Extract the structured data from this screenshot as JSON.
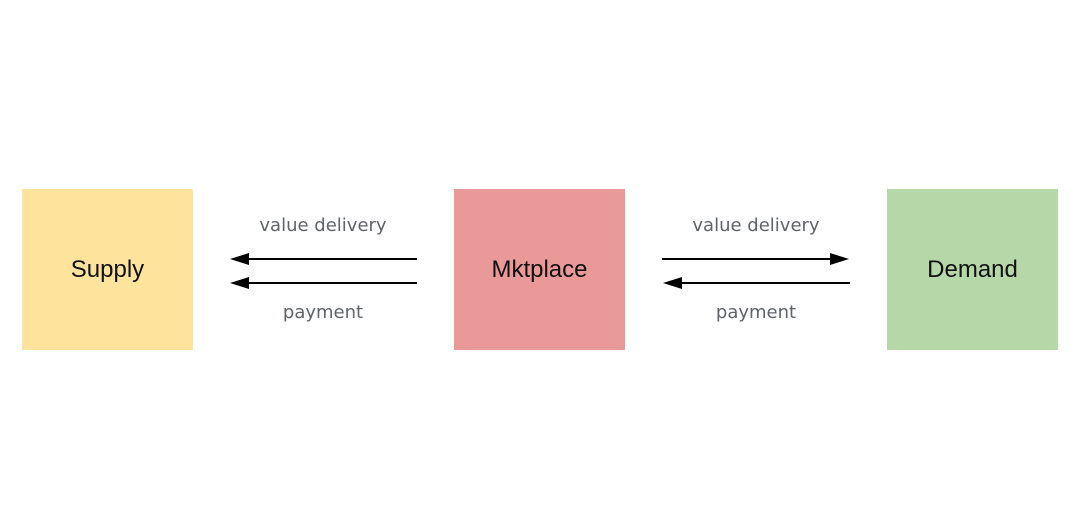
{
  "nodes": {
    "supply": {
      "label": "Supply",
      "color": "#fee39c"
    },
    "mktplace": {
      "label": "Mktplace",
      "color": "#ea9999"
    },
    "demand": {
      "label": "Demand",
      "color": "#b6d7a8"
    }
  },
  "edges": {
    "left_top": {
      "label": "value delivery",
      "direction": "toward-supply"
    },
    "left_bot": {
      "label": "payment",
      "direction": "toward-supply"
    },
    "right_top": {
      "label": "value delivery",
      "direction": "toward-demand"
    },
    "right_bot": {
      "label": "payment",
      "direction": "toward-mktplace"
    }
  },
  "colors": {
    "arrow": "#000000",
    "edge_label": "#5f6368"
  }
}
